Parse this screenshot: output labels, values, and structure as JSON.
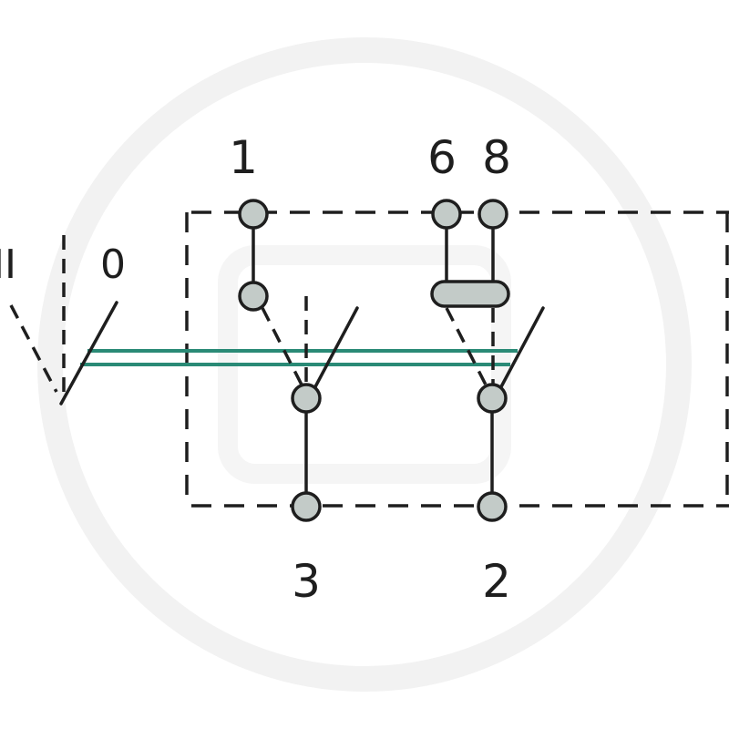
{
  "colors": {
    "line": "#1e1e1e",
    "terminal_fill": "#c3cbc8",
    "actuator_link": "#2a8a76",
    "watermark": "#f2f2f2"
  },
  "terminals": {
    "t1": "1",
    "t6": "6",
    "t8": "8",
    "t3": "3",
    "t2": "2"
  },
  "positions": {
    "off": "0",
    "on": "II"
  }
}
